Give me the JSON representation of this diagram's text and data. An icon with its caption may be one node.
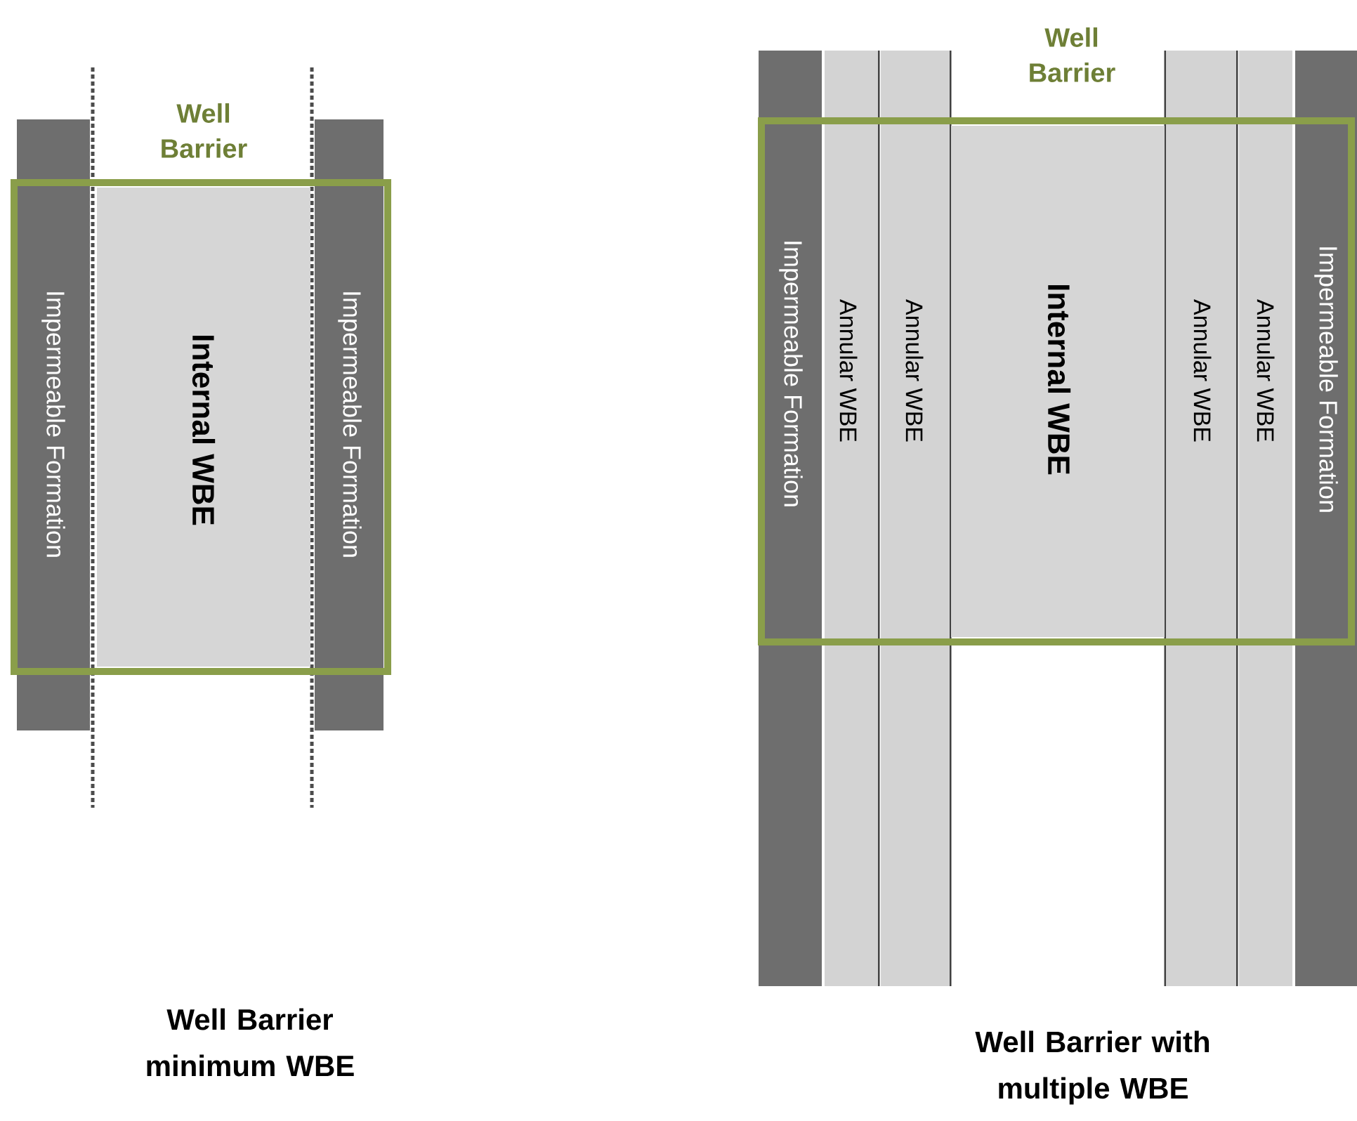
{
  "diagram": {
    "nodes": [
      {
        "text": [
          "Well Barrier"
        ]
      },
      {
        "text": [
          "Impermeable Formation"
        ]
      },
      {
        "text": [
          "Internal WBE"
        ],
        "in": 0
      },
      {
        "text": [
          "Impermeable Formation"
        ]
      },
      {
        "text": [
          "Well Barrier"
        ]
      },
      {
        "text": [
          "Impermeable Formation"
        ]
      },
      {
        "text": [
          "Annular WBE"
        ]
      },
      {
        "text": [
          "Annular WBE"
        ]
      },
      {
        "text": [
          "Internal WBE"
        ],
        "in": 4
      },
      {
        "text": [
          "Annular WBE"
        ]
      },
      {
        "text": [
          "Annular WBE"
        ]
      },
      {
        "text": [
          "Impermeable Formation"
        ]
      }
    ],
    "labels": [
      "Well Barrier minimum WBE",
      "Well Barrier with multiple WBE"
    ]
  }
}
